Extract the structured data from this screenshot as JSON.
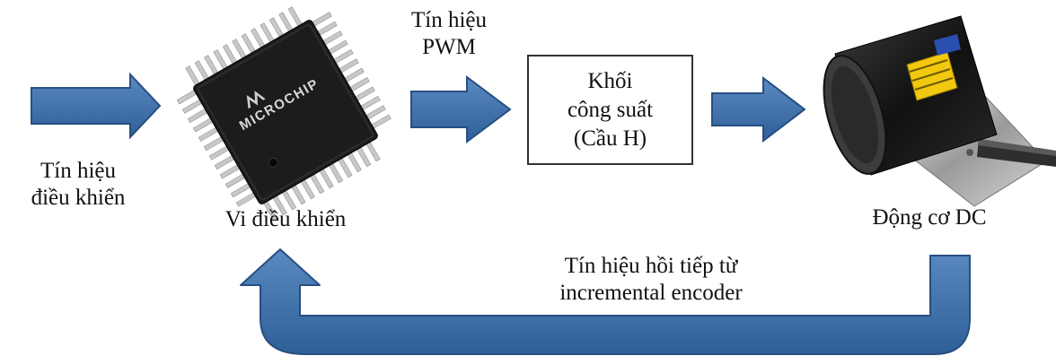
{
  "input_label": [
    "Tín hiệu",
    "điều khiển"
  ],
  "chip": {
    "label": "Vi điều khiển",
    "brand_text": "MICROCHIP"
  },
  "pwm_label": [
    "Tín hiệu",
    "PWM"
  ],
  "power_block": [
    "Khối",
    "công suất",
    "(Cầu H)"
  ],
  "motor_label": "Động cơ DC",
  "feedback_label": [
    "Tín hiệu hồi tiếp từ",
    "incremental encoder"
  ],
  "colors": {
    "arrow_fill": "#3e6ea6",
    "arrow_stroke": "#274f80",
    "chip_body": "#1c1c1e",
    "pin": "#c8c8c8",
    "box_border": "#333333"
  }
}
